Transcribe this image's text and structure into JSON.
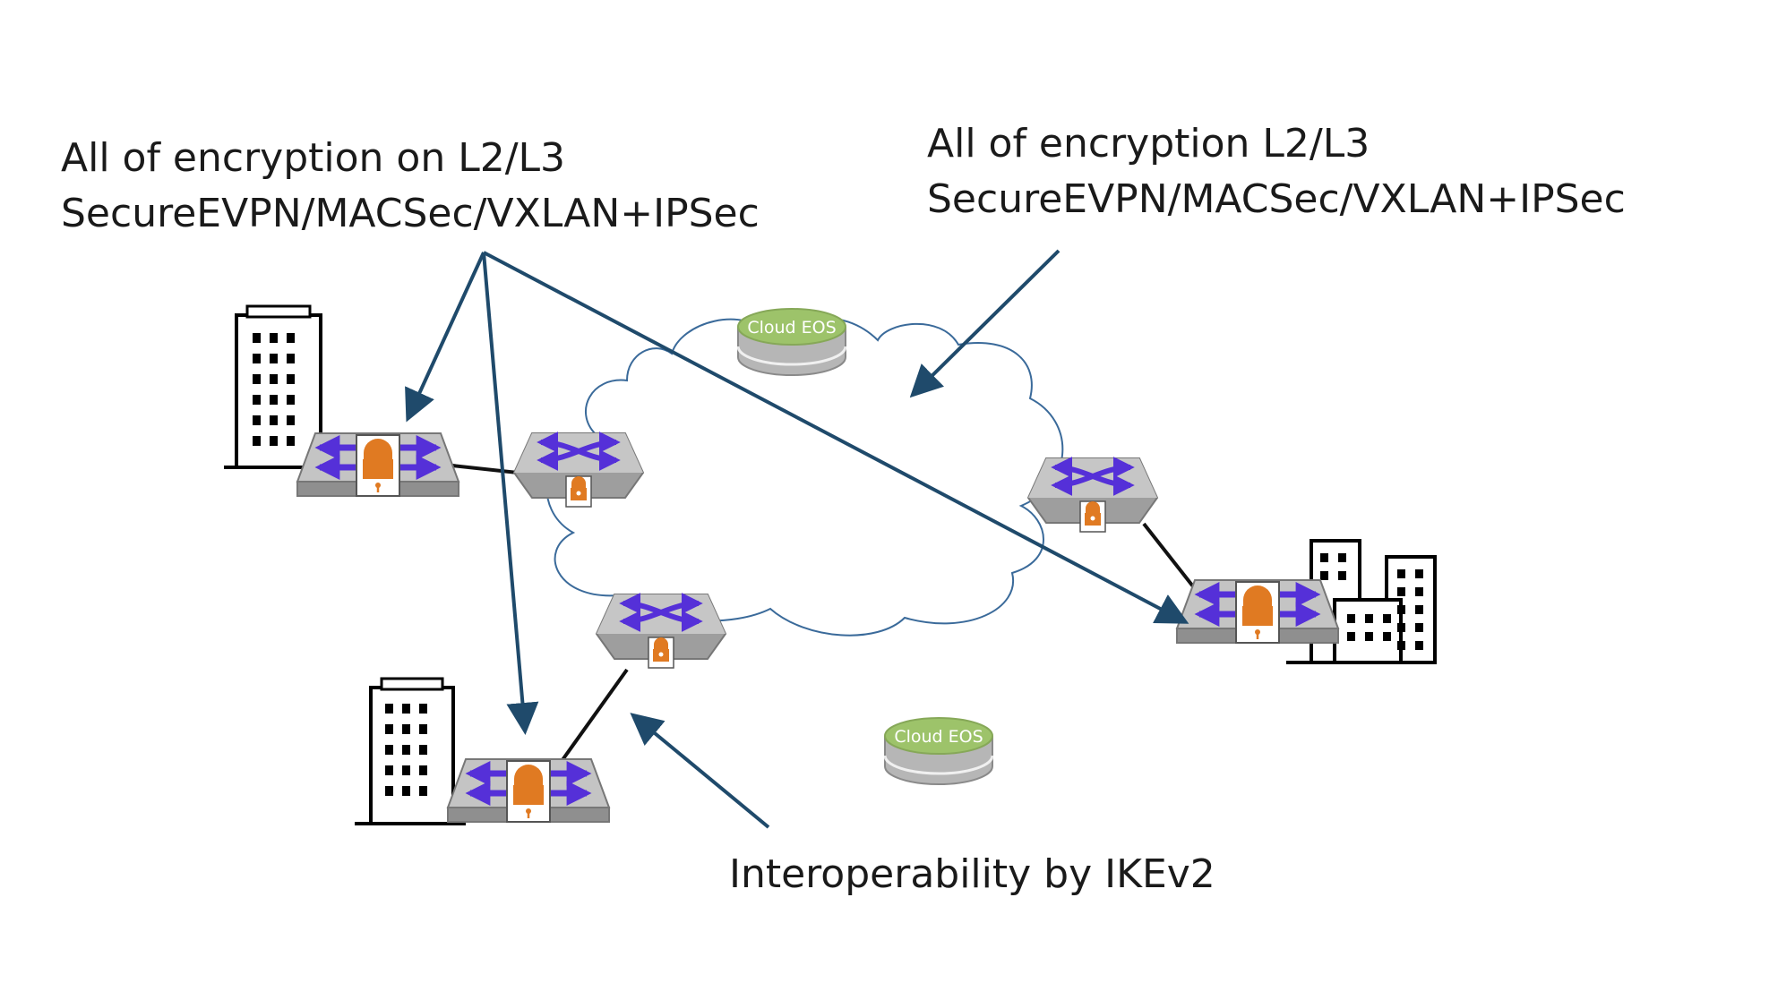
{
  "annotations": {
    "left": {
      "line1": "All of encryption on L2/L3",
      "line2": "SecureEVPN/MACSec/VXLAN+IPSec"
    },
    "right": {
      "line1": "All of encryption L2/L3",
      "line2": "SecureEVPN/MACSec/VXLAN+IPSec"
    },
    "bottom": "Interoperability by IKEv2"
  },
  "cloud_eos": {
    "top_label": "Cloud EOS",
    "bottom_label": "Cloud EOS"
  },
  "colors": {
    "arrow": "#1f4a6b",
    "link": "#111111",
    "device_body": "#a9a9a9",
    "lock": "#e07a22",
    "switch_arrows": "#5530d8",
    "cloud_eos_top": "#9dc36a",
    "cloud_outline": "#3a6a9a"
  }
}
